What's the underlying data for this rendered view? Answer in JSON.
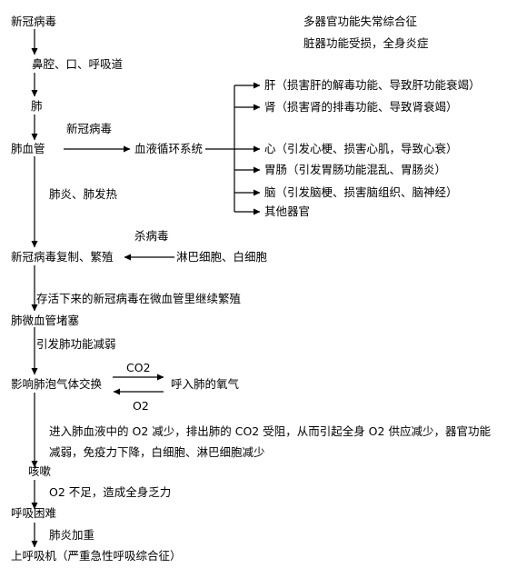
{
  "flow": {
    "n1": "新冠病毒",
    "n2": "鼻腔、口、呼吸道",
    "n3": "肺",
    "n4": "肺血管",
    "e_virus": "新冠病毒",
    "n_circ": "血液循环系统",
    "e_pneumonia": "肺炎、肺发热",
    "n5": "新冠病毒复制、繁殖",
    "e_kill": "杀病毒",
    "n_lymph": "淋巴细胞、白细胞",
    "e_survive": "存活下来的新冠病毒在微血管里继续繁殖",
    "n6": "肺微血管堵塞",
    "e_func": "引发肺功能减弱",
    "n7": "影响肺泡气体交换",
    "e_co2": "CO2",
    "e_o2": "O2",
    "n_air": "呼入肺的氧气",
    "e_long": "进入肺血液中的 O2 减少，排出肺的 CO2 受阻，从而引起全身 O2 供应减少，器官功能减弱，免疫力下降，白细胞、淋巴细胞减少",
    "n8": "咳嗽",
    "e_fatigue": "O2 不足，造成全身乏力",
    "n9": "呼吸困难",
    "e_worse": "肺炎加重",
    "n10": "上呼吸机（严重急性呼吸综合征）"
  },
  "summary": {
    "line1": "多器官功能失常综合征",
    "line2": "脏器功能受损，全身炎症"
  },
  "organs": [
    "肝（损害肝的解毒功能、导致肝功能衰竭）",
    "肾（损害肾的排毒功能、导致肾衰竭）",
    "心（引发心梗、损害心肌，导致心衰）",
    "胃肠（引发胃肠功能混乱、胃肠炎）",
    "脑（引发脑梗、损害脑组织、脑神经）",
    "其他器官"
  ]
}
